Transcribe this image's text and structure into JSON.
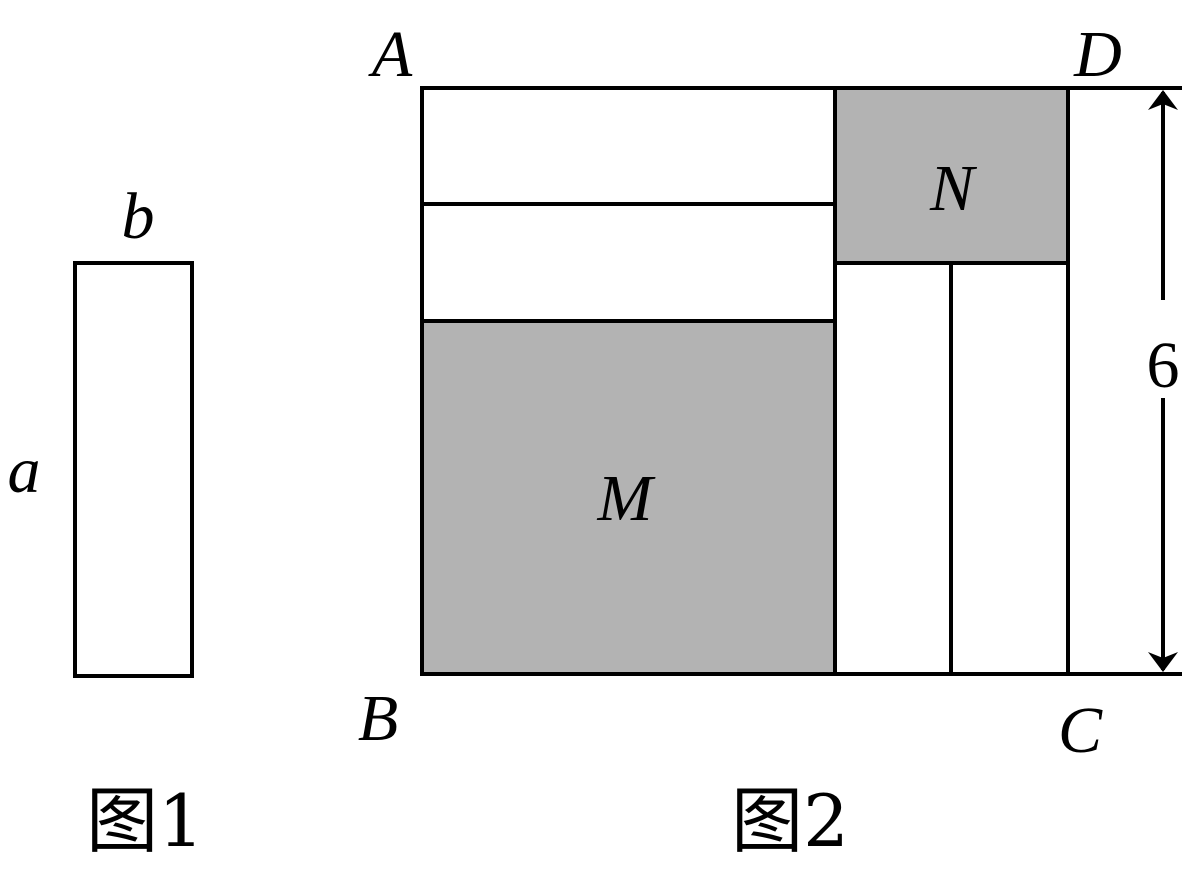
{
  "figure1": {
    "label_top": "b",
    "label_side": "a",
    "caption": "图1"
  },
  "figure2": {
    "corner_a": "A",
    "corner_b": "B",
    "corner_c": "C",
    "corner_d": "D",
    "region_m": "M",
    "region_n": "N",
    "dimension": "6",
    "caption": "图2"
  },
  "colors": {
    "shaded": "#b3b3b3",
    "stroke": "#000000",
    "background": "#ffffff"
  }
}
